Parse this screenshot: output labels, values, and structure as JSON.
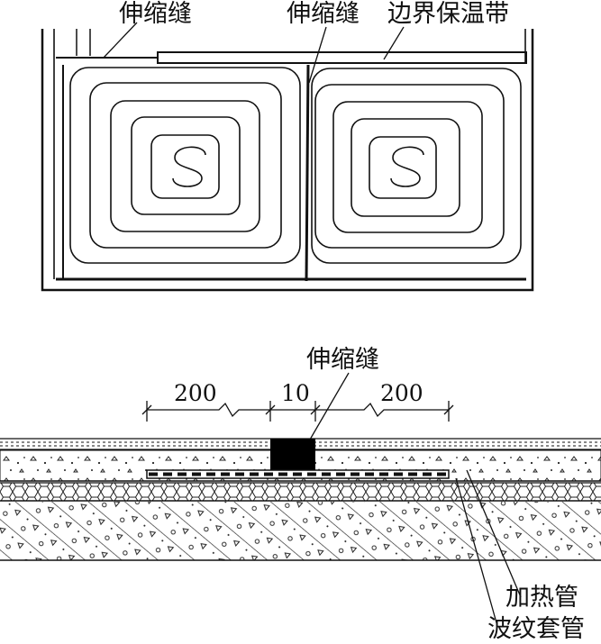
{
  "plan_view": {
    "labels": {
      "joint_left": "伸缩缝",
      "joint_right": "伸缩缝",
      "edge_insulation": "边界保温带"
    }
  },
  "section_view": {
    "labels": {
      "joint": "伸缩缝",
      "heating_pipe": "加热管",
      "corrugated_sleeve": "波纹套管"
    },
    "dimensions": {
      "left": "200",
      "gap": "10",
      "right": "200"
    }
  }
}
